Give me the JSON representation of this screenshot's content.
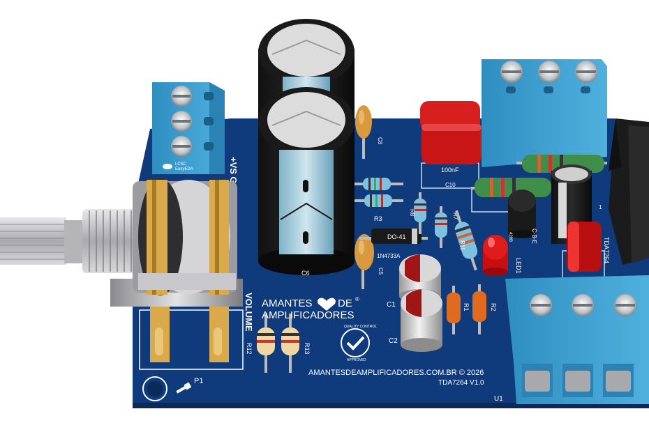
{
  "board": {
    "brand_line1": "AMANTES",
    "brand_de": "DE",
    "brand_reg": "®",
    "brand_line2": "AMPLIFICADORES",
    "website": "AMANTESDEAMPLIFICADORES.COM.BR © 2026",
    "version": "TDA7264 V1.0",
    "seal_top": "QUALITY CONTROL",
    "seal_bottom": "APPROVED"
  },
  "labels": {
    "c1": "C1",
    "c2": "C2",
    "c5": "C5",
    "c6": "C6",
    "c8": "C8",
    "c10": "C10",
    "r1": "R1",
    "r2": "R2",
    "r3": "R3",
    "r7": "R7",
    "r8": "R8",
    "r11": "R11",
    "r12": "R12",
    "r13": "R13",
    "p1": "P1",
    "u1": "U1",
    "led1": "LED1",
    "volume": "VOLUME",
    "vs_gnd": "+VS GND",
    "diode_marking": "DO-41",
    "diode_part": "1N4733A",
    "cap_value": "100nF",
    "ic_label": "TDA7264",
    "transistor_pins": "C-B-E",
    "transistor_code": "429B",
    "pin1": "1"
  },
  "connector_logo": {
    "line1": "LCSC",
    "line2": "EasyEDA"
  },
  "colors": {
    "pcb": "#0f3a7c",
    "silkscreen": "#ffffff",
    "terminal_block": "#3c9fd1",
    "gold_pad": "#d8a94a",
    "resistor_green": "#3f8f4a",
    "cap_red": "#d81f1f"
  }
}
